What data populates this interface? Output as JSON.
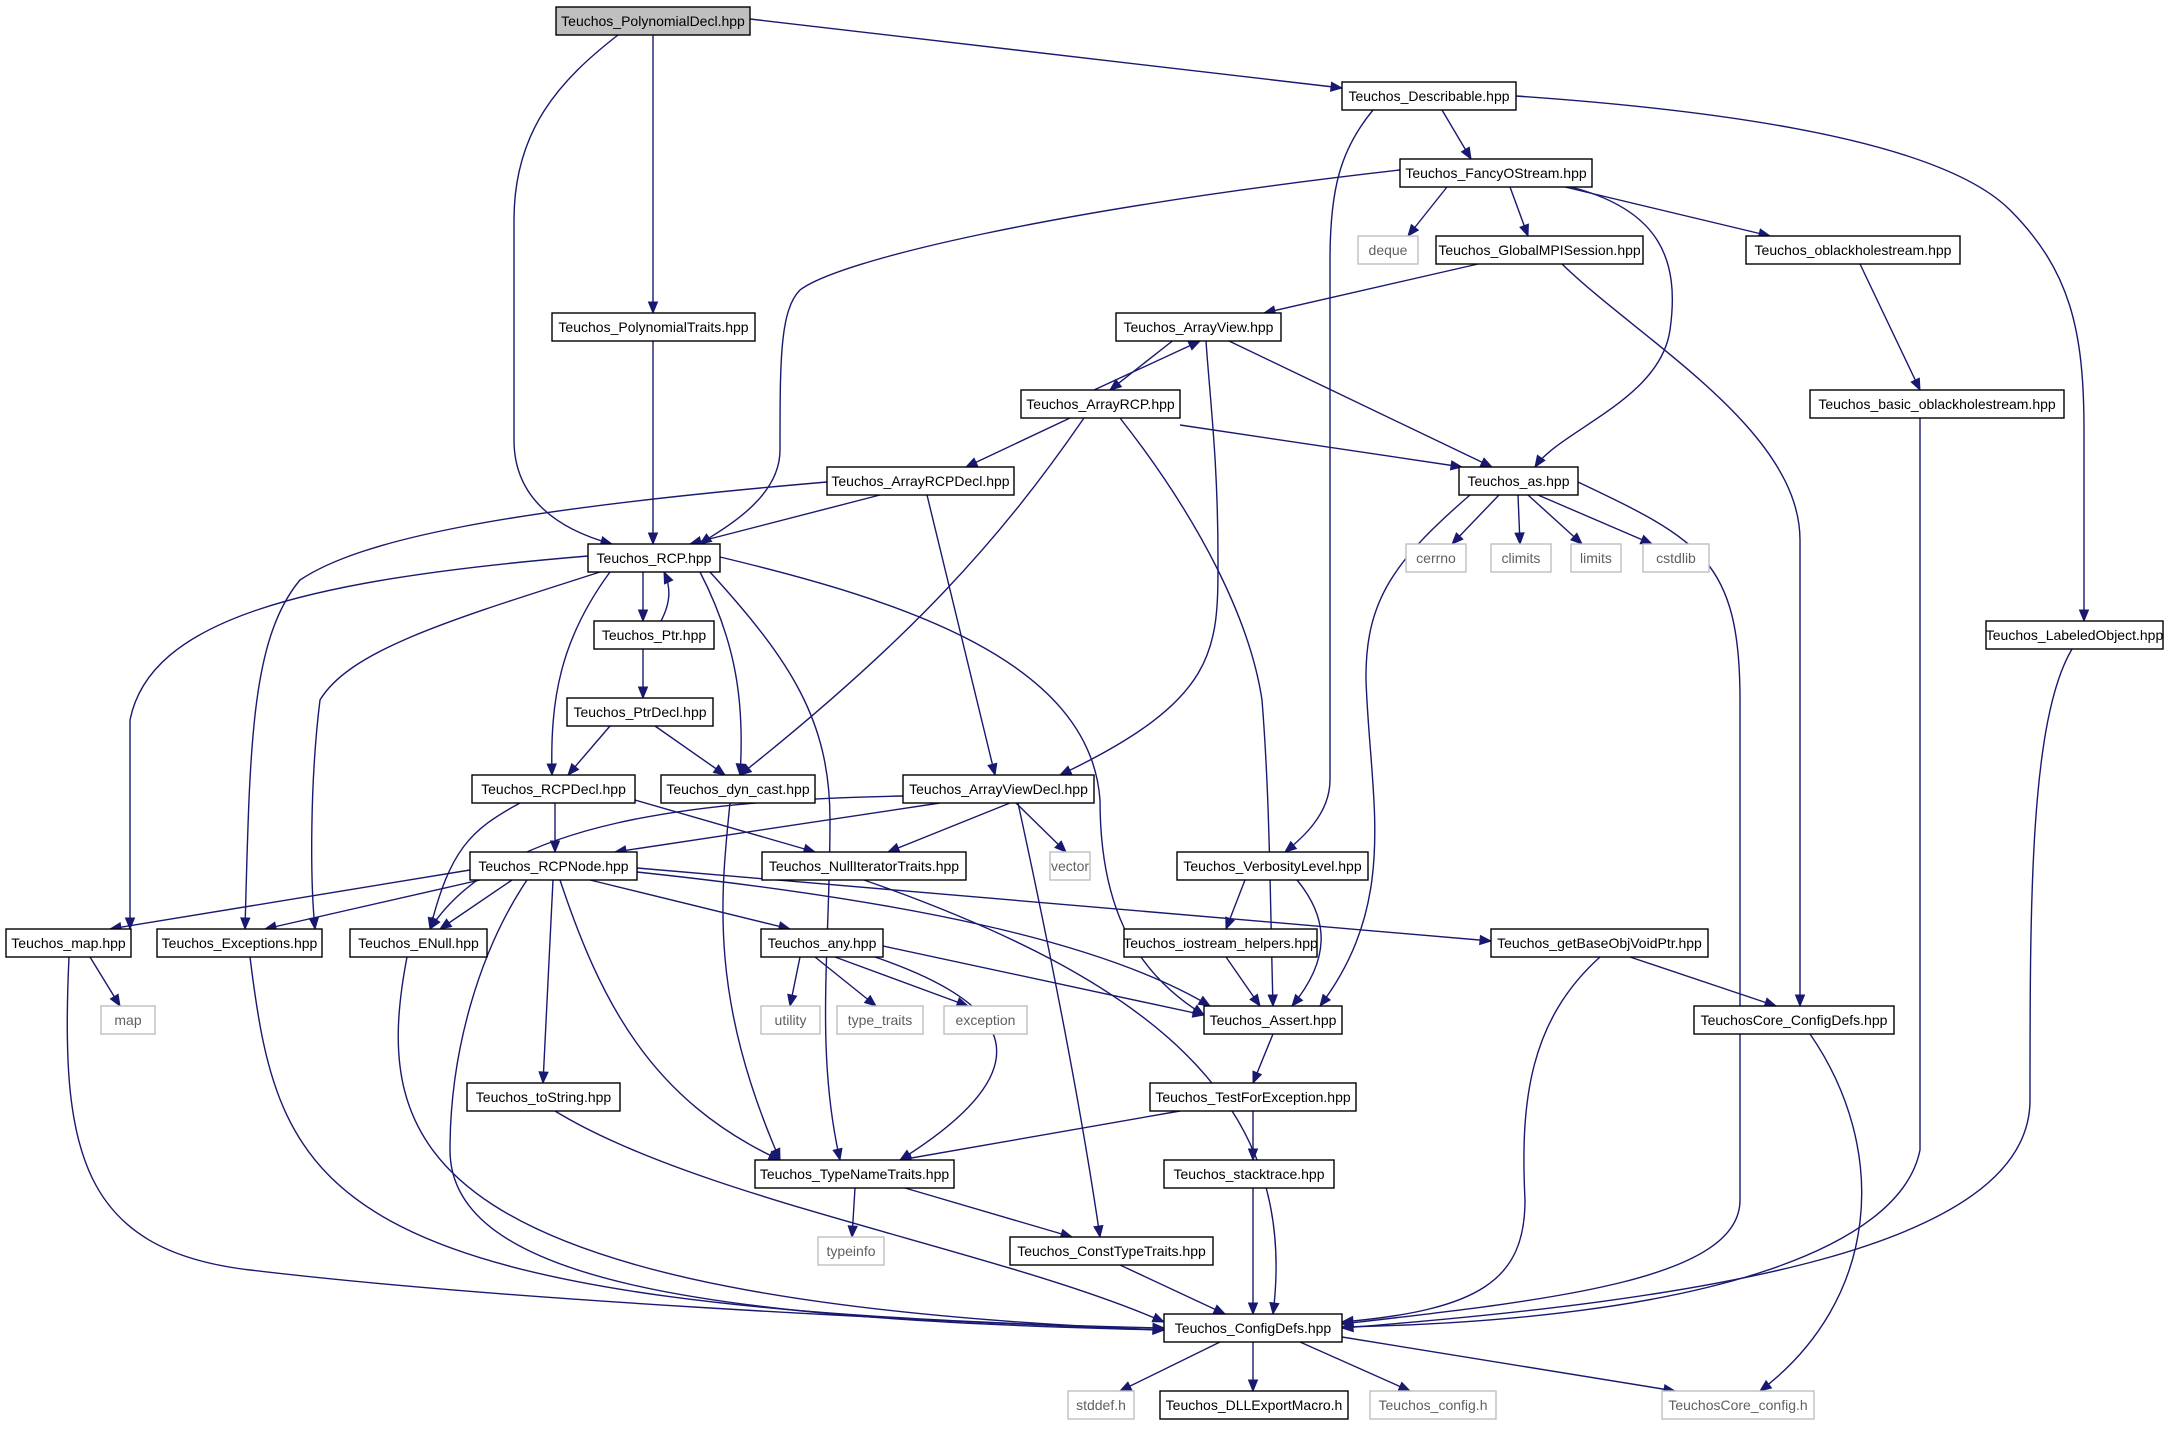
{
  "diagram": {
    "type": "include-dependency-graph",
    "root": "Teuchos_PolynomialDecl.hpp",
    "colors": {
      "edge": "#191970",
      "main_node_fill": "#bfbfbf",
      "project_node_border": "#000000",
      "system_node_border": "#bfbfbf",
      "system_node_text": "#606060"
    },
    "nodes": [
      {
        "id": "n0",
        "label": "Teuchos_PolynomialDecl.hpp",
        "kind": "main"
      },
      {
        "id": "n1",
        "label": "Teuchos_Describable.hpp",
        "kind": "project"
      },
      {
        "id": "n2",
        "label": "Teuchos_FancyOStream.hpp",
        "kind": "project"
      },
      {
        "id": "n3",
        "label": "deque",
        "kind": "system"
      },
      {
        "id": "n4",
        "label": "Teuchos_GlobalMPISession.hpp",
        "kind": "project"
      },
      {
        "id": "n5",
        "label": "Teuchos_oblackholestream.hpp",
        "kind": "project"
      },
      {
        "id": "n6",
        "label": "Teuchos_PolynomialTraits.hpp",
        "kind": "project"
      },
      {
        "id": "n7",
        "label": "Teuchos_ArrayView.hpp",
        "kind": "project"
      },
      {
        "id": "n8",
        "label": "Teuchos_ArrayRCP.hpp",
        "kind": "project"
      },
      {
        "id": "n9",
        "label": "Teuchos_basic_oblackholestream.hpp",
        "kind": "project"
      },
      {
        "id": "n10",
        "label": "Teuchos_ArrayRCPDecl.hpp",
        "kind": "project"
      },
      {
        "id": "n11",
        "label": "Teuchos_as.hpp",
        "kind": "project"
      },
      {
        "id": "n12",
        "label": "Teuchos_RCP.hpp",
        "kind": "project"
      },
      {
        "id": "n13",
        "label": "cerrno",
        "kind": "system"
      },
      {
        "id": "n14",
        "label": "climits",
        "kind": "system"
      },
      {
        "id": "n15",
        "label": "limits",
        "kind": "system"
      },
      {
        "id": "n16",
        "label": "cstdlib",
        "kind": "system"
      },
      {
        "id": "n17",
        "label": "Teuchos_Ptr.hpp",
        "kind": "project"
      },
      {
        "id": "n18",
        "label": "Teuchos_LabeledObject.hpp",
        "kind": "project"
      },
      {
        "id": "n19",
        "label": "Teuchos_PtrDecl.hpp",
        "kind": "project"
      },
      {
        "id": "n20",
        "label": "Teuchos_RCPDecl.hpp",
        "kind": "project"
      },
      {
        "id": "n21",
        "label": "Teuchos_dyn_cast.hpp",
        "kind": "project"
      },
      {
        "id": "n22",
        "label": "Teuchos_ArrayViewDecl.hpp",
        "kind": "project"
      },
      {
        "id": "n23",
        "label": "Teuchos_RCPNode.hpp",
        "kind": "project"
      },
      {
        "id": "n24",
        "label": "Teuchos_NullIteratorTraits.hpp",
        "kind": "project"
      },
      {
        "id": "n25",
        "label": "vector",
        "kind": "system"
      },
      {
        "id": "n26",
        "label": "Teuchos_VerbosityLevel.hpp",
        "kind": "project"
      },
      {
        "id": "n27",
        "label": "Teuchos_map.hpp",
        "kind": "project"
      },
      {
        "id": "n28",
        "label": "Teuchos_Exceptions.hpp",
        "kind": "project"
      },
      {
        "id": "n29",
        "label": "Teuchos_ENull.hpp",
        "kind": "project"
      },
      {
        "id": "n30",
        "label": "Teuchos_any.hpp",
        "kind": "project"
      },
      {
        "id": "n31",
        "label": "Teuchos_iostream_helpers.hpp",
        "kind": "project"
      },
      {
        "id": "n32",
        "label": "Teuchos_getBaseObjVoidPtr.hpp",
        "kind": "project"
      },
      {
        "id": "n33",
        "label": "map",
        "kind": "system"
      },
      {
        "id": "n34",
        "label": "utility",
        "kind": "system"
      },
      {
        "id": "n35",
        "label": "type_traits",
        "kind": "system"
      },
      {
        "id": "n36",
        "label": "exception",
        "kind": "system"
      },
      {
        "id": "n37",
        "label": "Teuchos_Assert.hpp",
        "kind": "project"
      },
      {
        "id": "n38",
        "label": "TeuchosCore_ConfigDefs.hpp",
        "kind": "project"
      },
      {
        "id": "n39",
        "label": "Teuchos_toString.hpp",
        "kind": "project"
      },
      {
        "id": "n40",
        "label": "Teuchos_TestForException.hpp",
        "kind": "project"
      },
      {
        "id": "n41",
        "label": "Teuchos_TypeNameTraits.hpp",
        "kind": "project"
      },
      {
        "id": "n42",
        "label": "Teuchos_stacktrace.hpp",
        "kind": "project"
      },
      {
        "id": "n43",
        "label": "typeinfo",
        "kind": "system"
      },
      {
        "id": "n44",
        "label": "Teuchos_ConstTypeTraits.hpp",
        "kind": "project"
      },
      {
        "id": "n45",
        "label": "Teuchos_ConfigDefs.hpp",
        "kind": "project"
      },
      {
        "id": "n46",
        "label": "stddef.h",
        "kind": "system"
      },
      {
        "id": "n47",
        "label": "Teuchos_DLLExportMacro.h",
        "kind": "project"
      },
      {
        "id": "n48",
        "label": "Teuchos_config.h",
        "kind": "system"
      },
      {
        "id": "n49",
        "label": "TeuchosCore_config.h",
        "kind": "system"
      }
    ],
    "edges": [
      [
        "n0",
        "n1"
      ],
      [
        "n0",
        "n6"
      ],
      [
        "n0",
        "n12"
      ],
      [
        "n1",
        "n2"
      ],
      [
        "n1",
        "n26"
      ],
      [
        "n1",
        "n18"
      ],
      [
        "n2",
        "n12"
      ],
      [
        "n2",
        "n3"
      ],
      [
        "n2",
        "n4"
      ],
      [
        "n2",
        "n5"
      ],
      [
        "n2",
        "n11"
      ],
      [
        "n4",
        "n7"
      ],
      [
        "n4",
        "n38"
      ],
      [
        "n5",
        "n9"
      ],
      [
        "n6",
        "n12"
      ],
      [
        "n7",
        "n8"
      ],
      [
        "n7",
        "n22"
      ],
      [
        "n7",
        "n11"
      ],
      [
        "n8",
        "n7"
      ],
      [
        "n8",
        "n10"
      ],
      [
        "n8",
        "n11"
      ],
      [
        "n8",
        "n21"
      ],
      [
        "n8",
        "n37"
      ],
      [
        "n9",
        "n45"
      ],
      [
        "n10",
        "n12"
      ],
      [
        "n10",
        "n22"
      ],
      [
        "n10",
        "n28"
      ],
      [
        "n11",
        "n13"
      ],
      [
        "n11",
        "n14"
      ],
      [
        "n11",
        "n15"
      ],
      [
        "n11",
        "n16"
      ],
      [
        "n11",
        "n37"
      ],
      [
        "n11",
        "n45"
      ],
      [
        "n12",
        "n17"
      ],
      [
        "n12",
        "n20"
      ],
      [
        "n12",
        "n21"
      ],
      [
        "n12",
        "n27"
      ],
      [
        "n12",
        "n28"
      ],
      [
        "n12",
        "n41"
      ],
      [
        "n12",
        "n37"
      ],
      [
        "n17",
        "n12"
      ],
      [
        "n17",
        "n19"
      ],
      [
        "n18",
        "n45"
      ],
      [
        "n19",
        "n20"
      ],
      [
        "n19",
        "n21"
      ],
      [
        "n20",
        "n23"
      ],
      [
        "n20",
        "n29"
      ],
      [
        "n20",
        "n24"
      ],
      [
        "n21",
        "n41"
      ],
      [
        "n22",
        "n23"
      ],
      [
        "n22",
        "n24"
      ],
      [
        "n22",
        "n25"
      ],
      [
        "n22",
        "n29"
      ],
      [
        "n22",
        "n44"
      ],
      [
        "n23",
        "n27"
      ],
      [
        "n23",
        "n28"
      ],
      [
        "n23",
        "n29"
      ],
      [
        "n23",
        "n30"
      ],
      [
        "n23",
        "n32"
      ],
      [
        "n23",
        "n37"
      ],
      [
        "n23",
        "n39"
      ],
      [
        "n23",
        "n41"
      ],
      [
        "n23",
        "n45"
      ],
      [
        "n24",
        "n45"
      ],
      [
        "n26",
        "n31"
      ],
      [
        "n26",
        "n37"
      ],
      [
        "n27",
        "n33"
      ],
      [
        "n27",
        "n45"
      ],
      [
        "n28",
        "n45"
      ],
      [
        "n29",
        "n45"
      ],
      [
        "n30",
        "n34"
      ],
      [
        "n30",
        "n35"
      ],
      [
        "n30",
        "n36"
      ],
      [
        "n30",
        "n37"
      ],
      [
        "n30",
        "n41"
      ],
      [
        "n31",
        "n37"
      ],
      [
        "n32",
        "n38"
      ],
      [
        "n32",
        "n45"
      ],
      [
        "n37",
        "n40"
      ],
      [
        "n38",
        "n49"
      ],
      [
        "n39",
        "n45"
      ],
      [
        "n40",
        "n41"
      ],
      [
        "n40",
        "n42"
      ],
      [
        "n41",
        "n43"
      ],
      [
        "n41",
        "n44"
      ],
      [
        "n42",
        "n45"
      ],
      [
        "n44",
        "n45"
      ],
      [
        "n45",
        "n46"
      ],
      [
        "n45",
        "n47"
      ],
      [
        "n45",
        "n48"
      ],
      [
        "n45",
        "n49"
      ]
    ]
  }
}
